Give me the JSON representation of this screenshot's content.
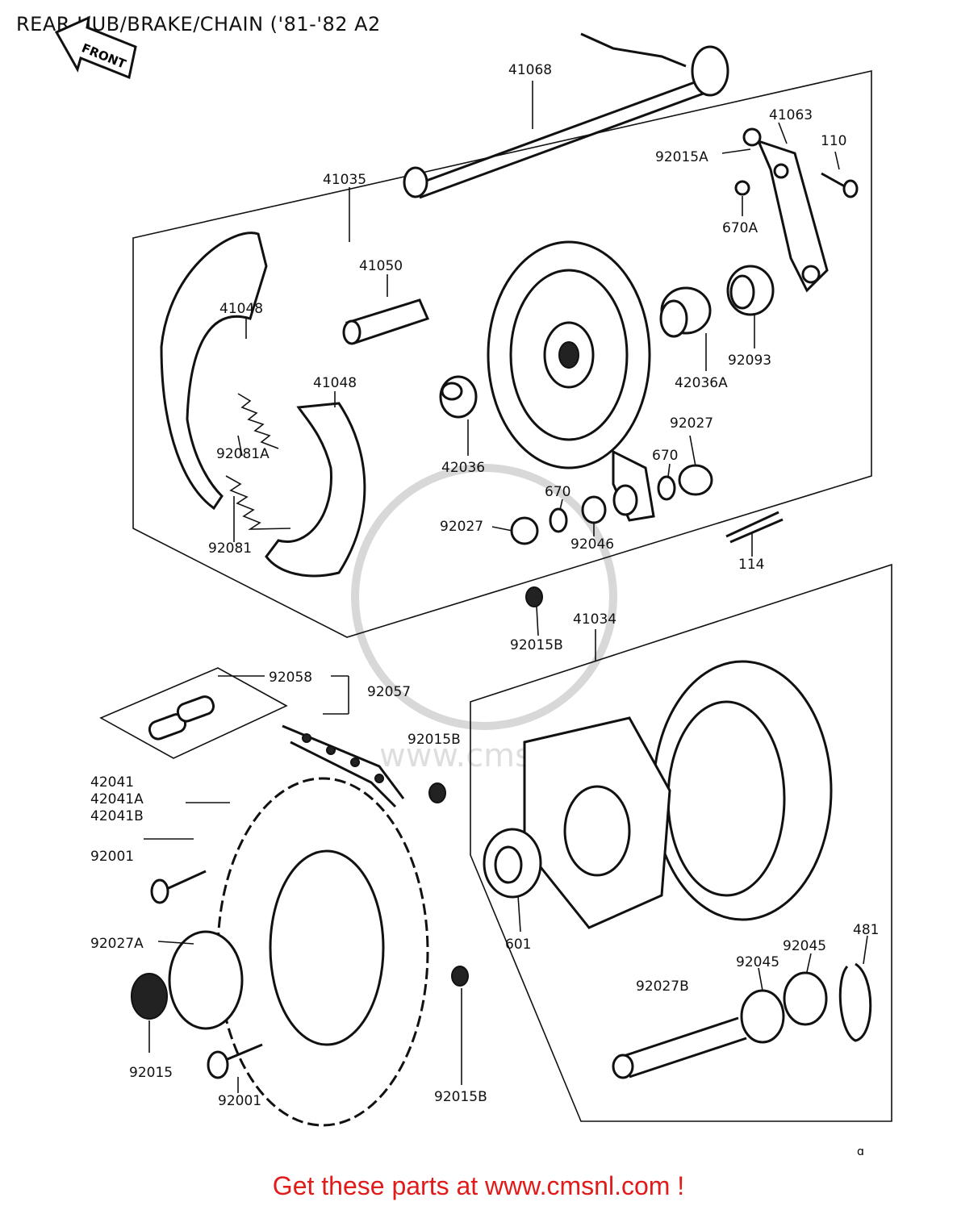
{
  "title": "REAR HUB/BRAKE/CHAIN ('81-'82 A2",
  "footer": "Get these parts at www.cmsnl.com !",
  "front_label": "FRONT",
  "watermark": "www.cmsnl.com",
  "corner_mark": "ɑ",
  "labels": {
    "p41068": "41068",
    "p41063": "41063",
    "p92015A": "92015A",
    "p110": "110",
    "p41035": "41035",
    "p670A": "670A",
    "p41050": "41050",
    "p41048a": "41048",
    "p41048b": "41048",
    "p92093": "92093",
    "p42036A": "42036A",
    "p92081A": "92081A",
    "p92027a": "92027",
    "p670a": "670",
    "p42036": "42036",
    "p670b": "670",
    "p92027b": "92027",
    "p92046": "92046",
    "p92081": "92081",
    "p114": "114",
    "p92015Ba": "92015B",
    "p41034": "41034",
    "p92058": "92058",
    "p92057": "92057",
    "p92015Bb": "92015B",
    "p42041": "42041",
    "p42041A": "42041A",
    "p42041B": "42041B",
    "p92001a": "92001",
    "p92027A": "92027A",
    "p601": "601",
    "p481": "481",
    "p92045a": "92045",
    "p92045b": "92045",
    "p92027B": "92027B",
    "p92015": "92015",
    "p92001b": "92001",
    "p92015Bc": "92015B"
  }
}
